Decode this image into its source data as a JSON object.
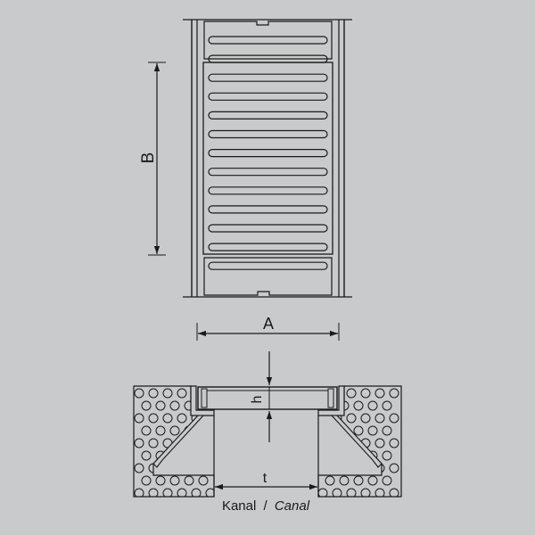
{
  "labels": {
    "b": "B",
    "a": "A",
    "h": "h",
    "t": "t",
    "kanal": "Kanal",
    "separator": "/",
    "canal": "Canal"
  },
  "colors": {
    "background": "#c8cacb",
    "line": "#1a1a1a",
    "part_fill": "#c8cacb"
  },
  "plan_view": {
    "slot_count": 13
  }
}
